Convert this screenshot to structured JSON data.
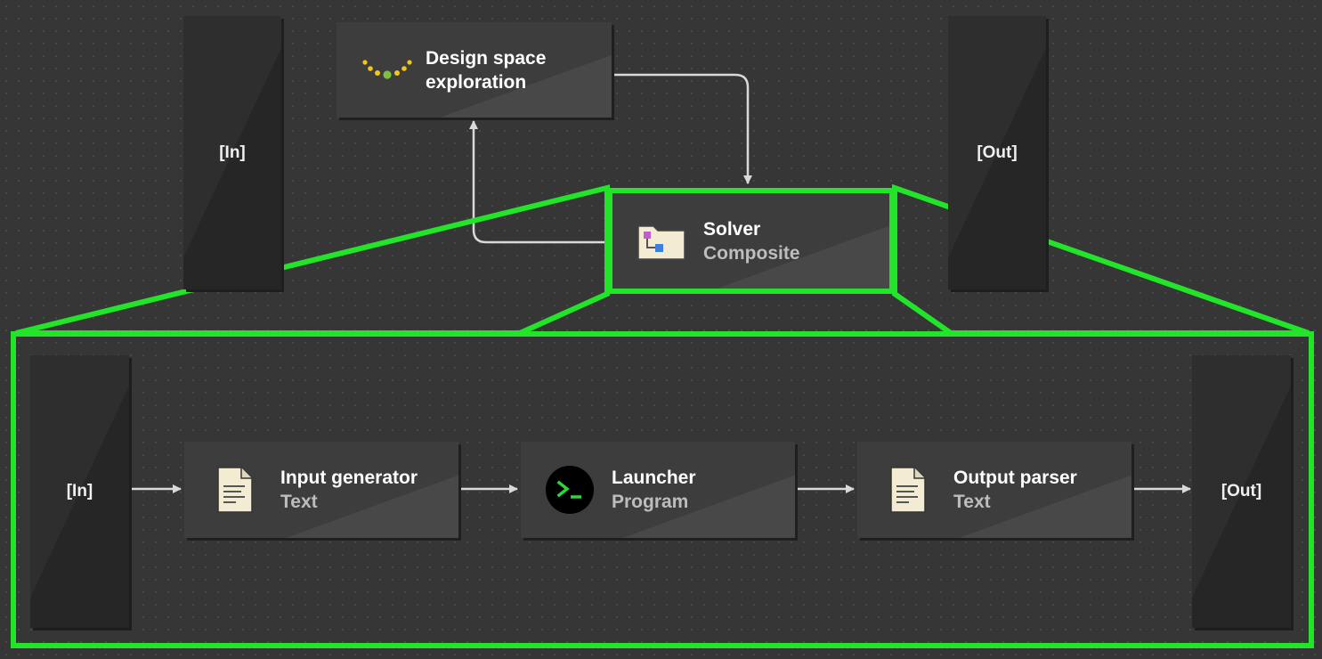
{
  "diagram": {
    "top_level": {
      "in_port": "[In]",
      "out_port": "[Out]",
      "dse_node": {
        "title_line1": "Design space",
        "title_line2": "exploration",
        "icon": "design-space-exploration-icon"
      },
      "solver_node": {
        "title": "Solver",
        "subtitle": "Composite",
        "icon": "composite-folder-icon"
      }
    },
    "expanded": {
      "in_port": "[In]",
      "out_port": "[Out]",
      "nodes": [
        {
          "title": "Input generator",
          "subtitle": "Text",
          "icon": "text-document-icon"
        },
        {
          "title": "Launcher",
          "subtitle": "Program",
          "icon": "terminal-program-icon"
        },
        {
          "title": "Output parser",
          "subtitle": "Text",
          "icon": "text-document-icon"
        }
      ]
    },
    "colors": {
      "highlight": "#22e52a",
      "background": "#363636",
      "node": "#3d3d3d",
      "connector": "#d9d9d9"
    }
  }
}
